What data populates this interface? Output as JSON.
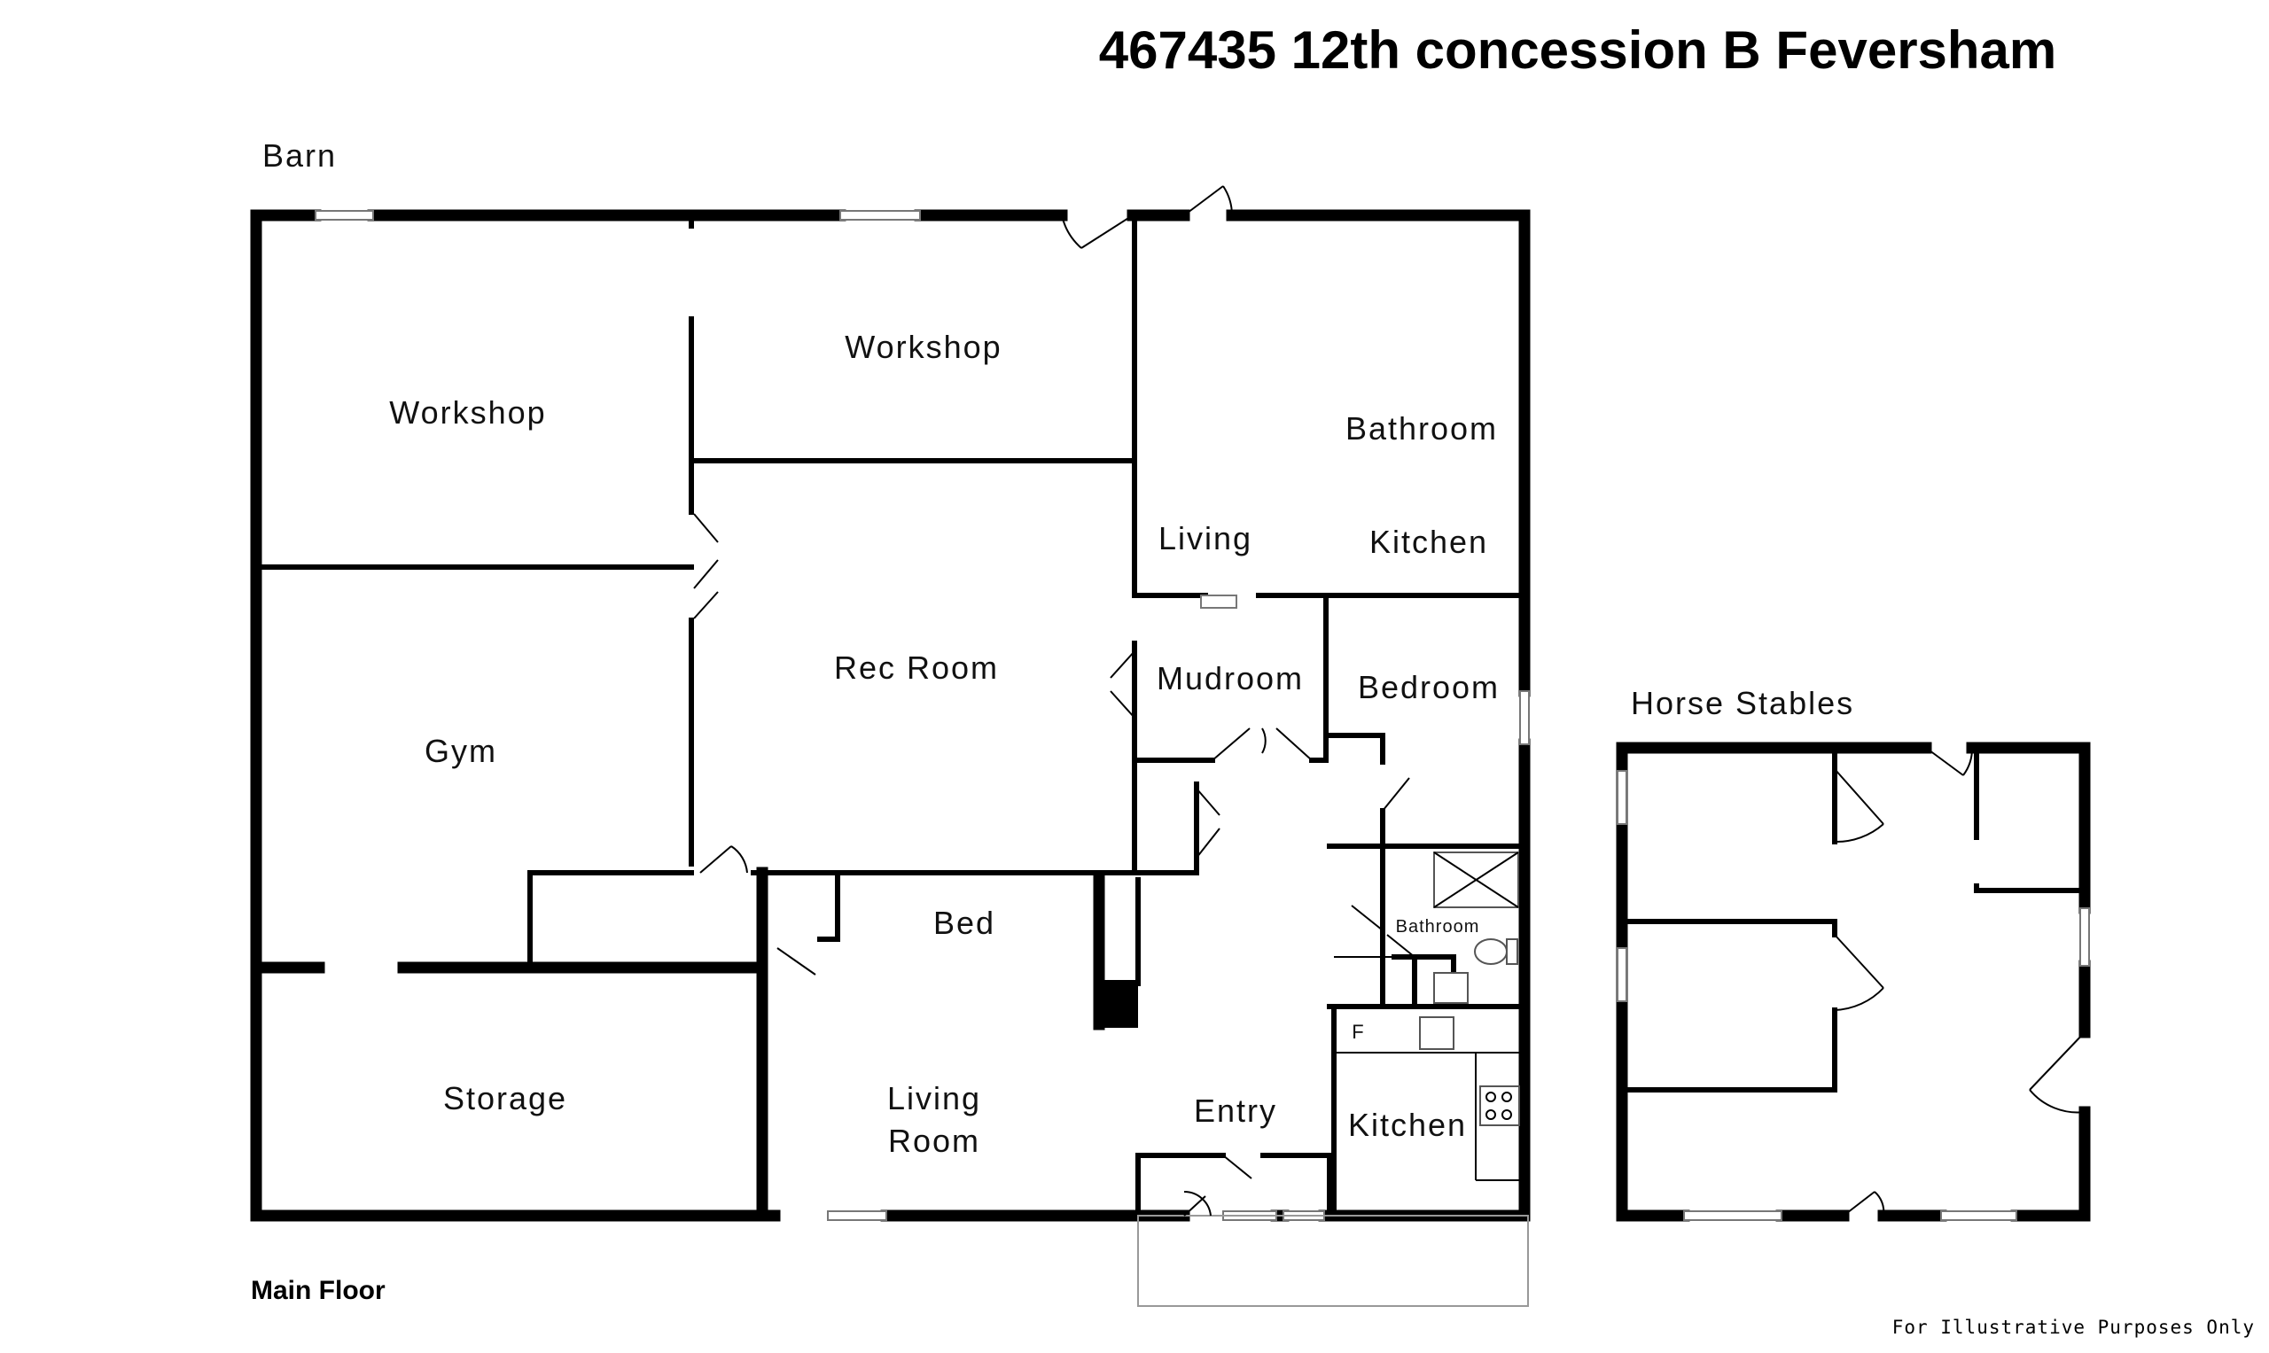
{
  "header": {
    "title": "467435 12th concession B Feversham",
    "floor_label": "Main Floor",
    "disclaimer": "For Illustrative Purposes Only"
  },
  "buildings": {
    "barn": "Barn",
    "horse_stables": "Horse Stables"
  },
  "rooms": {
    "workshop_left": "Workshop",
    "workshop_top": "Workshop",
    "bathroom_upper": "Bathroom",
    "living_upper": "Living",
    "kitchen_upper": "Kitchen",
    "rec_room": "Rec Room",
    "mudroom": "Mudroom",
    "bedroom": "Bedroom",
    "gym": "Gym",
    "bed": "Bed",
    "bathroom_lower": "Bathroom",
    "storage": "Storage",
    "living_room_1": "Living",
    "living_room_2": "Room",
    "entry": "Entry",
    "kitchen_lower": "Kitchen",
    "fridge_mark": "F"
  },
  "colors": {
    "wall": "#000000",
    "background": "#ffffff",
    "window": "#777777",
    "porch": "#999999"
  }
}
